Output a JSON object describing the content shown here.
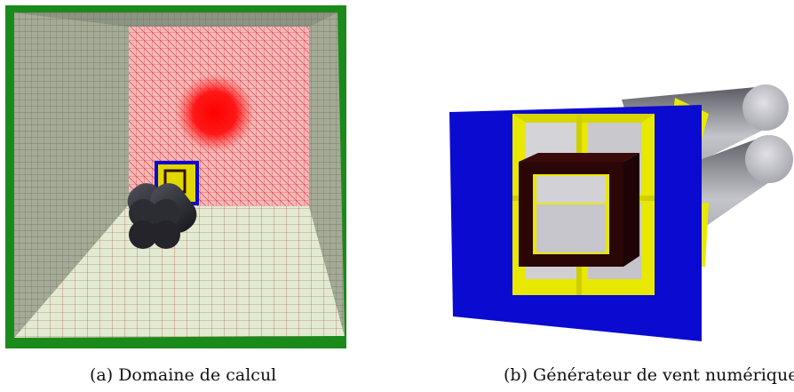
{
  "figures": [
    {
      "id": "a",
      "caption": "(a) Domaine de calcul",
      "colors": {
        "frame": "#1a8a1a",
        "side_walls": "#9aa08e",
        "back_wall": "#f2b0b0",
        "mesh_lines": "#cc2222",
        "floor": "#dfe9cf",
        "refinement_spot": "#ff0000",
        "cylinders": "#2c2c32"
      }
    },
    {
      "id": "b",
      "caption": "(b) Générateur de vent numérique",
      "colors": {
        "outer_frame": "#0a0ad0",
        "inner_fill": "#e8e800",
        "ring": "#2a0606",
        "cylinders": "#b8b8bf"
      }
    }
  ]
}
